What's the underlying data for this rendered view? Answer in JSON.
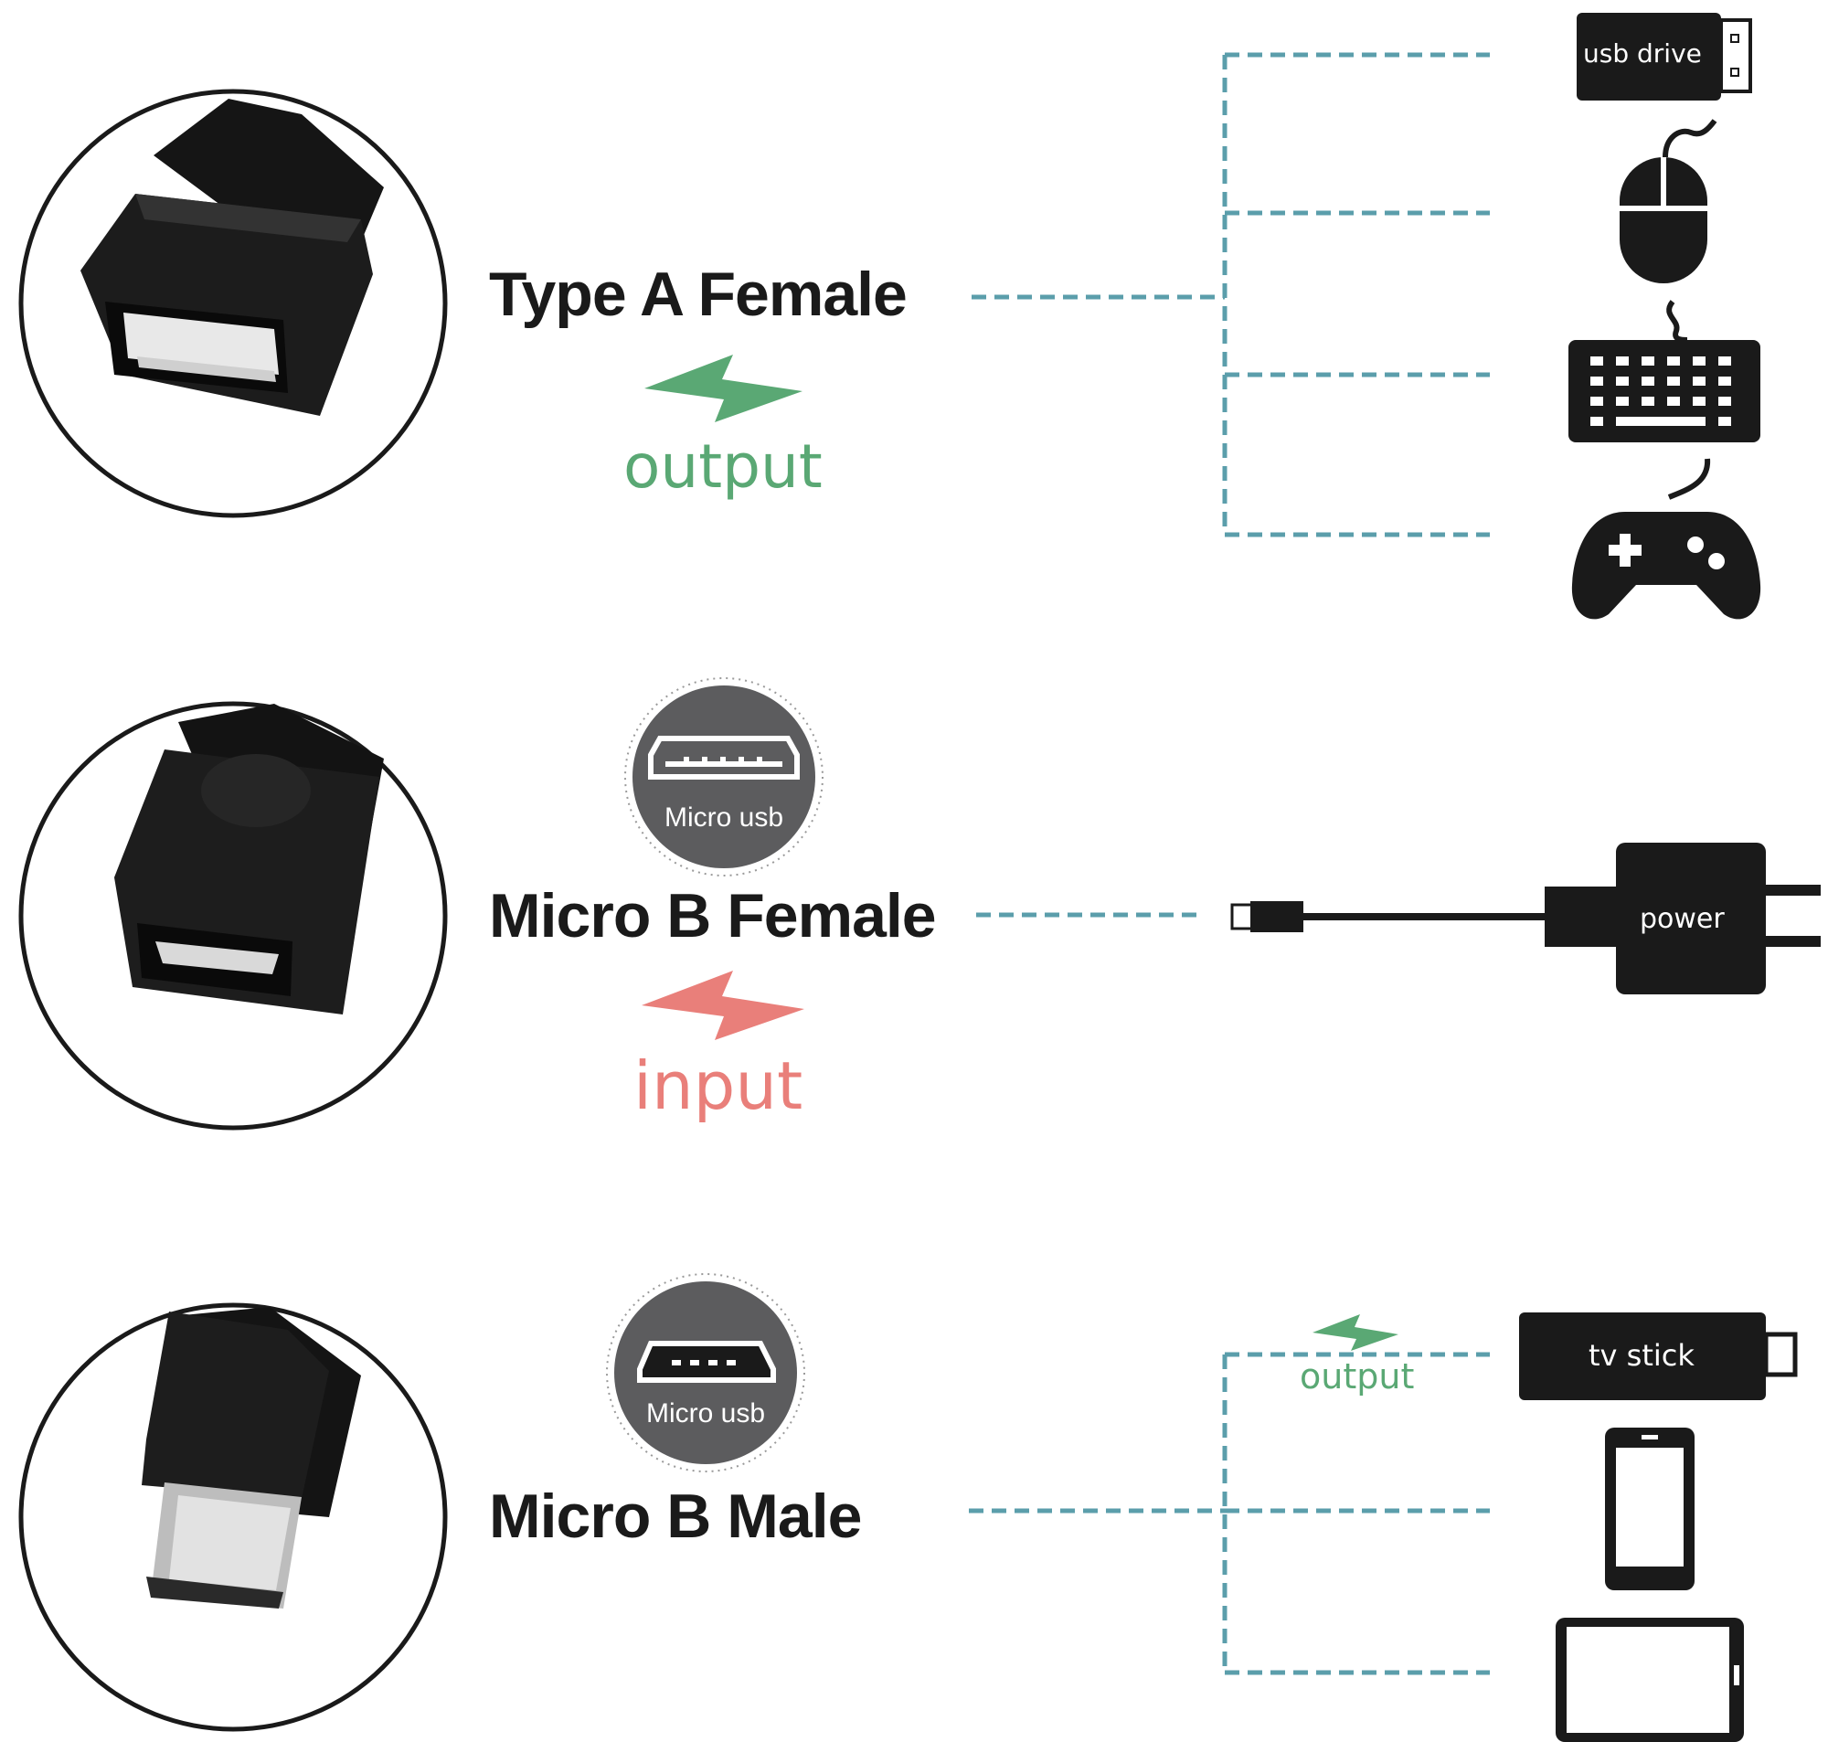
{
  "connectors": [
    {
      "label": "Type  A  Female",
      "state": "output"
    },
    {
      "label": "Micro B Female",
      "badge": "Micro usb",
      "state": "input"
    },
    {
      "label": "Micro B Male",
      "badge": "Micro usb"
    }
  ],
  "devices": {
    "usb_drive": "usb drive",
    "power": "power",
    "tv_stick": "tv stick",
    "tv_stick_state": "output"
  },
  "colors": {
    "output": "#5aa874",
    "input": "#e97f7a",
    "dash": "#5b9eab",
    "ink": "#1a1a1a",
    "badge": "#5c5c5e"
  },
  "icons": [
    "usb-drive-icon",
    "mouse-icon",
    "keyboard-icon",
    "gamepad-icon",
    "charger-icon",
    "tv-stick-icon",
    "phone-icon",
    "tablet-icon"
  ]
}
